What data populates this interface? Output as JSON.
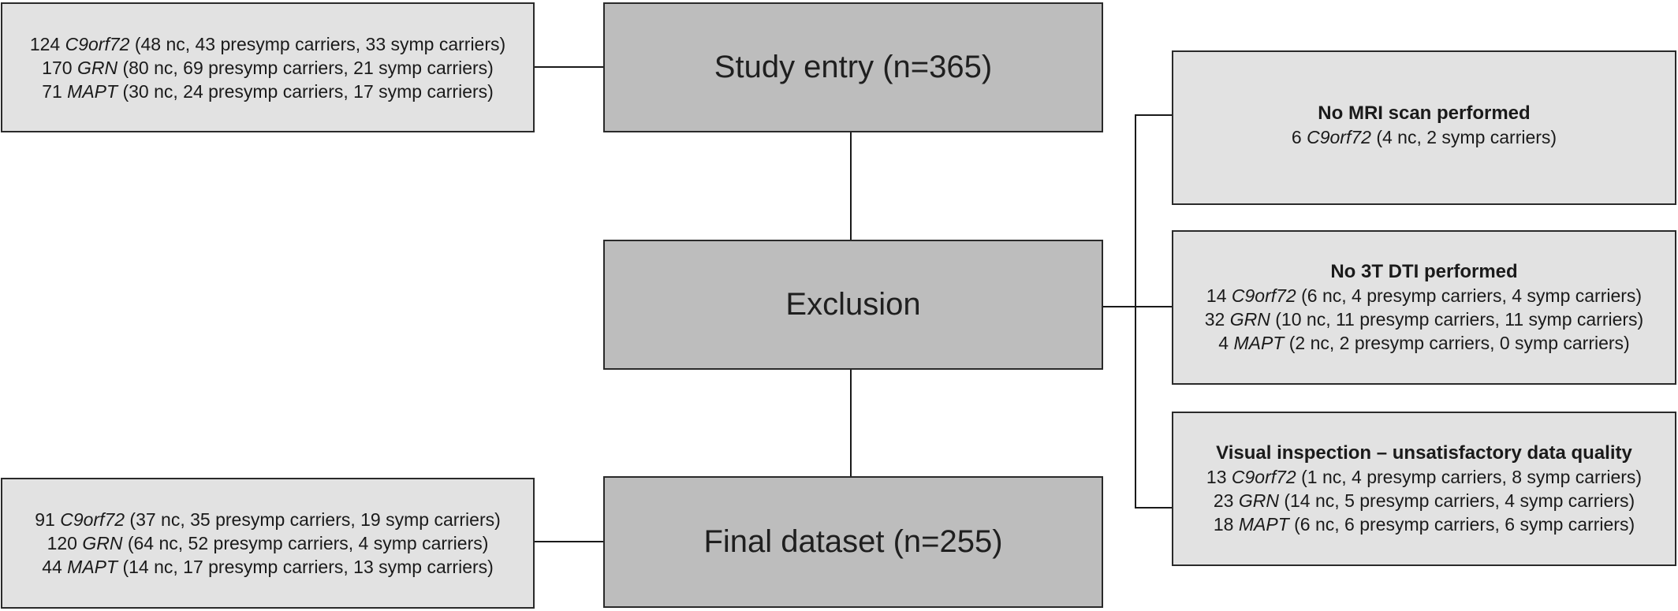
{
  "main_boxes": {
    "study_entry": "Study entry (n=365)",
    "exclusion": "Exclusion",
    "final_dataset": "Final dataset (n=255)"
  },
  "study_entry_detail": [
    {
      "count": "124",
      "gene": "C9orf72",
      "detail": "(48 nc, 43 presymp carriers, 33 symp carriers)"
    },
    {
      "count": "170",
      "gene": "GRN",
      "detail": "(80 nc, 69 presymp carriers, 21 symp carriers)"
    },
    {
      "count": "71",
      "gene": "MAPT",
      "detail": "(30 nc, 24 presymp carriers, 17 symp carriers)"
    }
  ],
  "final_dataset_detail": [
    {
      "count": "91",
      "gene": "C9orf72",
      "detail": "(37 nc, 35 presymp carriers, 19 symp carriers)"
    },
    {
      "count": "120",
      "gene": "GRN",
      "detail": "(64 nc, 52 presymp carriers, 4 symp carriers)"
    },
    {
      "count": "44",
      "gene": "MAPT",
      "detail": "(14 nc, 17 presymp carriers, 13 symp carriers)"
    }
  ],
  "exclusions": {
    "no_mri": {
      "title": "No MRI scan performed",
      "lines": [
        {
          "count": "6",
          "gene": "C9orf72",
          "detail": "(4 nc, 2 symp carriers)"
        }
      ]
    },
    "no_dti": {
      "title": "No 3T DTI performed",
      "lines": [
        {
          "count": "14",
          "gene": "C9orf72",
          "detail": "(6 nc, 4 presymp carriers, 4 symp carriers)"
        },
        {
          "count": "32",
          "gene": "GRN",
          "detail": "(10 nc, 11 presymp carriers, 11 symp carriers)"
        },
        {
          "count": "4",
          "gene": "MAPT",
          "detail": "(2 nc, 2 presymp carriers, 0 symp carriers)"
        }
      ]
    },
    "visual_inspection": {
      "title": "Visual inspection – unsatisfactory data quality",
      "lines": [
        {
          "count": "13",
          "gene": "C9orf72",
          "detail": "(1 nc, 4 presymp carriers, 8 symp carriers)"
        },
        {
          "count": "23",
          "gene": "GRN",
          "detail": "(14 nc, 5 presymp carriers, 4 symp carriers)"
        },
        {
          "count": "18",
          "gene": "MAPT",
          "detail": "(6 nc, 6 presymp carriers, 6 symp carriers)"
        }
      ]
    }
  }
}
